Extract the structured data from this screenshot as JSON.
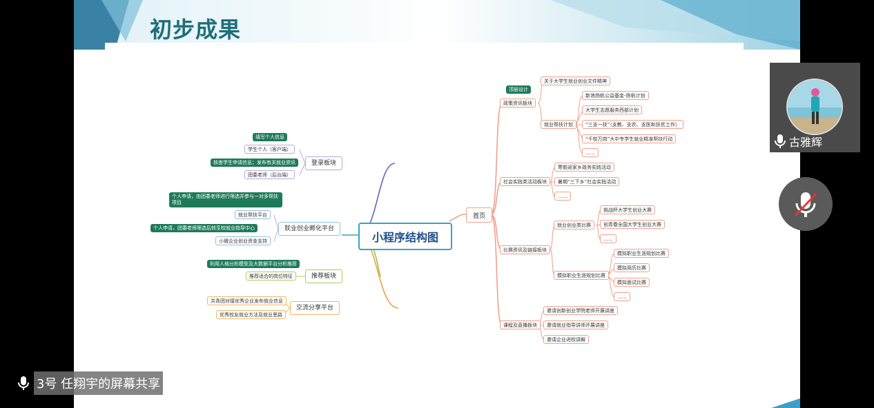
{
  "slide": {
    "title": "初步成果",
    "center": "小程序结构图",
    "home": "首页"
  },
  "left": {
    "login": {
      "label": "登录板块",
      "tag1": "填写个人信息",
      "item1": "学生个人（客户端）",
      "tag2": "核查学生申请信息；发布有关就业资讯",
      "item2": "团委老师（后台端）"
    },
    "incubator": {
      "label": "就业创业孵化平台",
      "tag1": "个人申请，由团委老师进行筛选并参与一对多帮扶项目",
      "item1": "就业帮扶平台",
      "tag2": "个人申请，团委老师筛选后转至校就业指导中心",
      "item2": "小微企业创业资金支持"
    },
    "recommend": {
      "label": "推荐板块",
      "tag1": "利用人格分析模型及大数据平台分析推荐",
      "item1": "推荐适合的岗位特征"
    },
    "exchange": {
      "label": "交流分享平台",
      "item1": "共青团对接优秀企业发布就业信息",
      "item2": "优秀校友就业方法及就业思路"
    }
  },
  "right": {
    "tag_top": "顶层设计",
    "policy": {
      "label": "政策资讯板块",
      "item1": "关于大学生就业创业文件精神",
      "sub_label": "就业帮扶计划",
      "subs": [
        "新浪扬帆公益基金-扬帆计划",
        "大学生志愿服务西部计划",
        "“三支一扶”（支教、支农、支医和扶贫工作）",
        "“千校万岗”大中专学生就业精准帮扶行动",
        "……"
      ]
    },
    "practice": {
      "label": "社会实践类活动板块",
      "items": [
        "寒假返家乡政务实践活动",
        "暑期“三下乡”社会实践活动",
        "……"
      ]
    },
    "contest": {
      "label": "比赛资讯及链接板块",
      "sub1_label": "就业创业类比赛",
      "sub1": [
        "挑战杯大学生创业大赛",
        "创青春全国大学生创业大赛",
        "……"
      ],
      "sub2_label": "模拟职业生涯规划比赛",
      "sub2": [
        "模拟职业生涯规划比赛",
        "模拟简历比赛",
        "模拟面试比赛",
        "……"
      ]
    },
    "course": {
      "label": "课程及直播板块",
      "items": [
        "邀请创新创业学院老师开展讲座",
        "邀请就业指导讲师开展讲座",
        "邀请企业进校讲解"
      ]
    }
  },
  "meeting": {
    "participant_name": "古雅辉",
    "share_text": "3号 任翔宇的屏幕共享"
  },
  "colors": {
    "title": "#1f6e7a",
    "tag_bg": "#1f7a5a",
    "node_border": "#f0a08a",
    "center_border": "#3aa0c8"
  }
}
